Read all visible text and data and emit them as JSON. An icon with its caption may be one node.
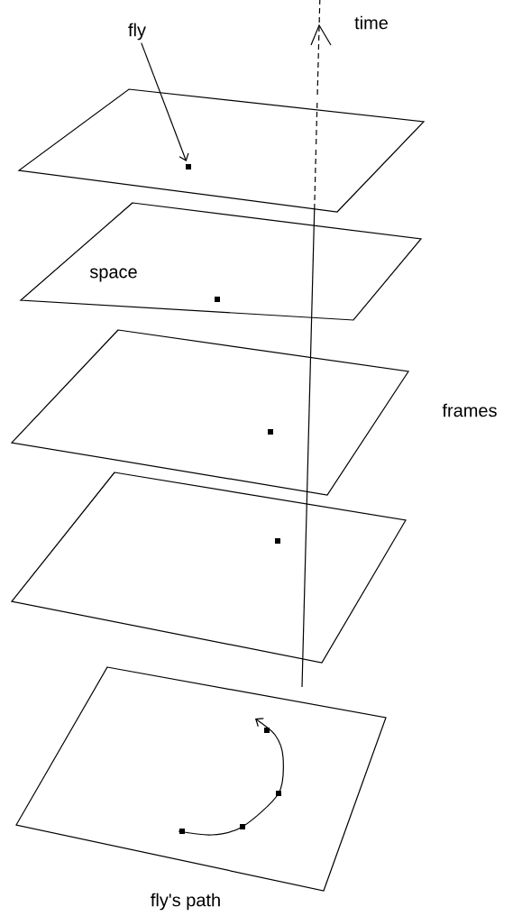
{
  "diagram": {
    "nodes": [
      {
        "text": [
          "fly"
        ]
      },
      {
        "text": [],
        "shape": "parallelogram"
      },
      {
        "text": [],
        "shape": "box",
        "in": 1
      },
      {
        "text": [
          "space"
        ]
      },
      {
        "text": [],
        "shape": "parallelogram"
      },
      {
        "text": [],
        "shape": "parallelogram"
      },
      {
        "text": [
          "fly's path"
        ]
      }
    ],
    "edges": [
      {
        "from": 0,
        "to": 2,
        "arrow": "to"
      }
    ],
    "labels": [
      "time",
      "frames"
    ]
  }
}
